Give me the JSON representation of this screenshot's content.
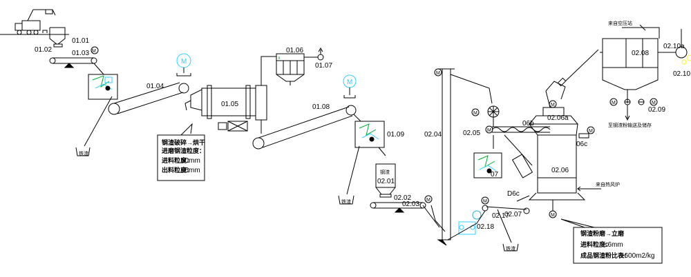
{
  "labels": {
    "l_01_01": "01.01",
    "l_01_02": "01.02",
    "l_01_03": "01.03",
    "l_01_04": "01.04",
    "l_01_05": "01.05",
    "l_01_06": "01.06",
    "l_01_07": "01.07",
    "l_01_08": "01.08",
    "l_01_09": "01.09",
    "l_02_01": "02.01",
    "l_02_02": "02.02",
    "l_02_03": "02.03",
    "l_02_04": "02.04",
    "l_02_05": "02.05",
    "l_02_06": "02.06",
    "l_02_06a": "02.06a",
    "l_06b": "06b",
    "l_06c": "06c",
    "l_d6c": "D6c",
    "l_02_07": "02.07",
    "l_07": "07",
    "l_02_08": "02.08",
    "l_02_09": "02.09",
    "l_02_10": "02.10",
    "l_02_10a": "02.10a",
    "l_02_17": "02.17",
    "l_02_18": "02.18"
  },
  "annotations": {
    "steel_slag_bin": "钢渣",
    "iron_left": "铁渣",
    "iron_mid": "铁渣",
    "iron_right": "铁渣",
    "from_air_compressor": "来自空压站",
    "from_hot_air_furnace": "来自热风炉",
    "to_storage": "至钢渣粉输送及储存"
  },
  "note_left": {
    "line1": "钢渣破碎→烘干",
    "line2": "进磨钢渣粒度：",
    "line3_label": "进料粒度：",
    "line3_value": "50mm",
    "line4_label": "出料粒度：",
    "line4_value": "≤6mm"
  },
  "note_right": {
    "line1": "钢渣粉磨→立磨",
    "line2_label": "进料粒度：",
    "line2_value": "≤6mm",
    "line3_label": "成品钢渣粉比表：",
    "line3_value": "≥600m2/kg"
  },
  "motor_symbols": {
    "m": "M"
  },
  "colors": {
    "line": "#000000",
    "cyan": "#33ccff",
    "green": "#00aa33",
    "yellow": "#ffee33",
    "teal": "#22aacc"
  }
}
